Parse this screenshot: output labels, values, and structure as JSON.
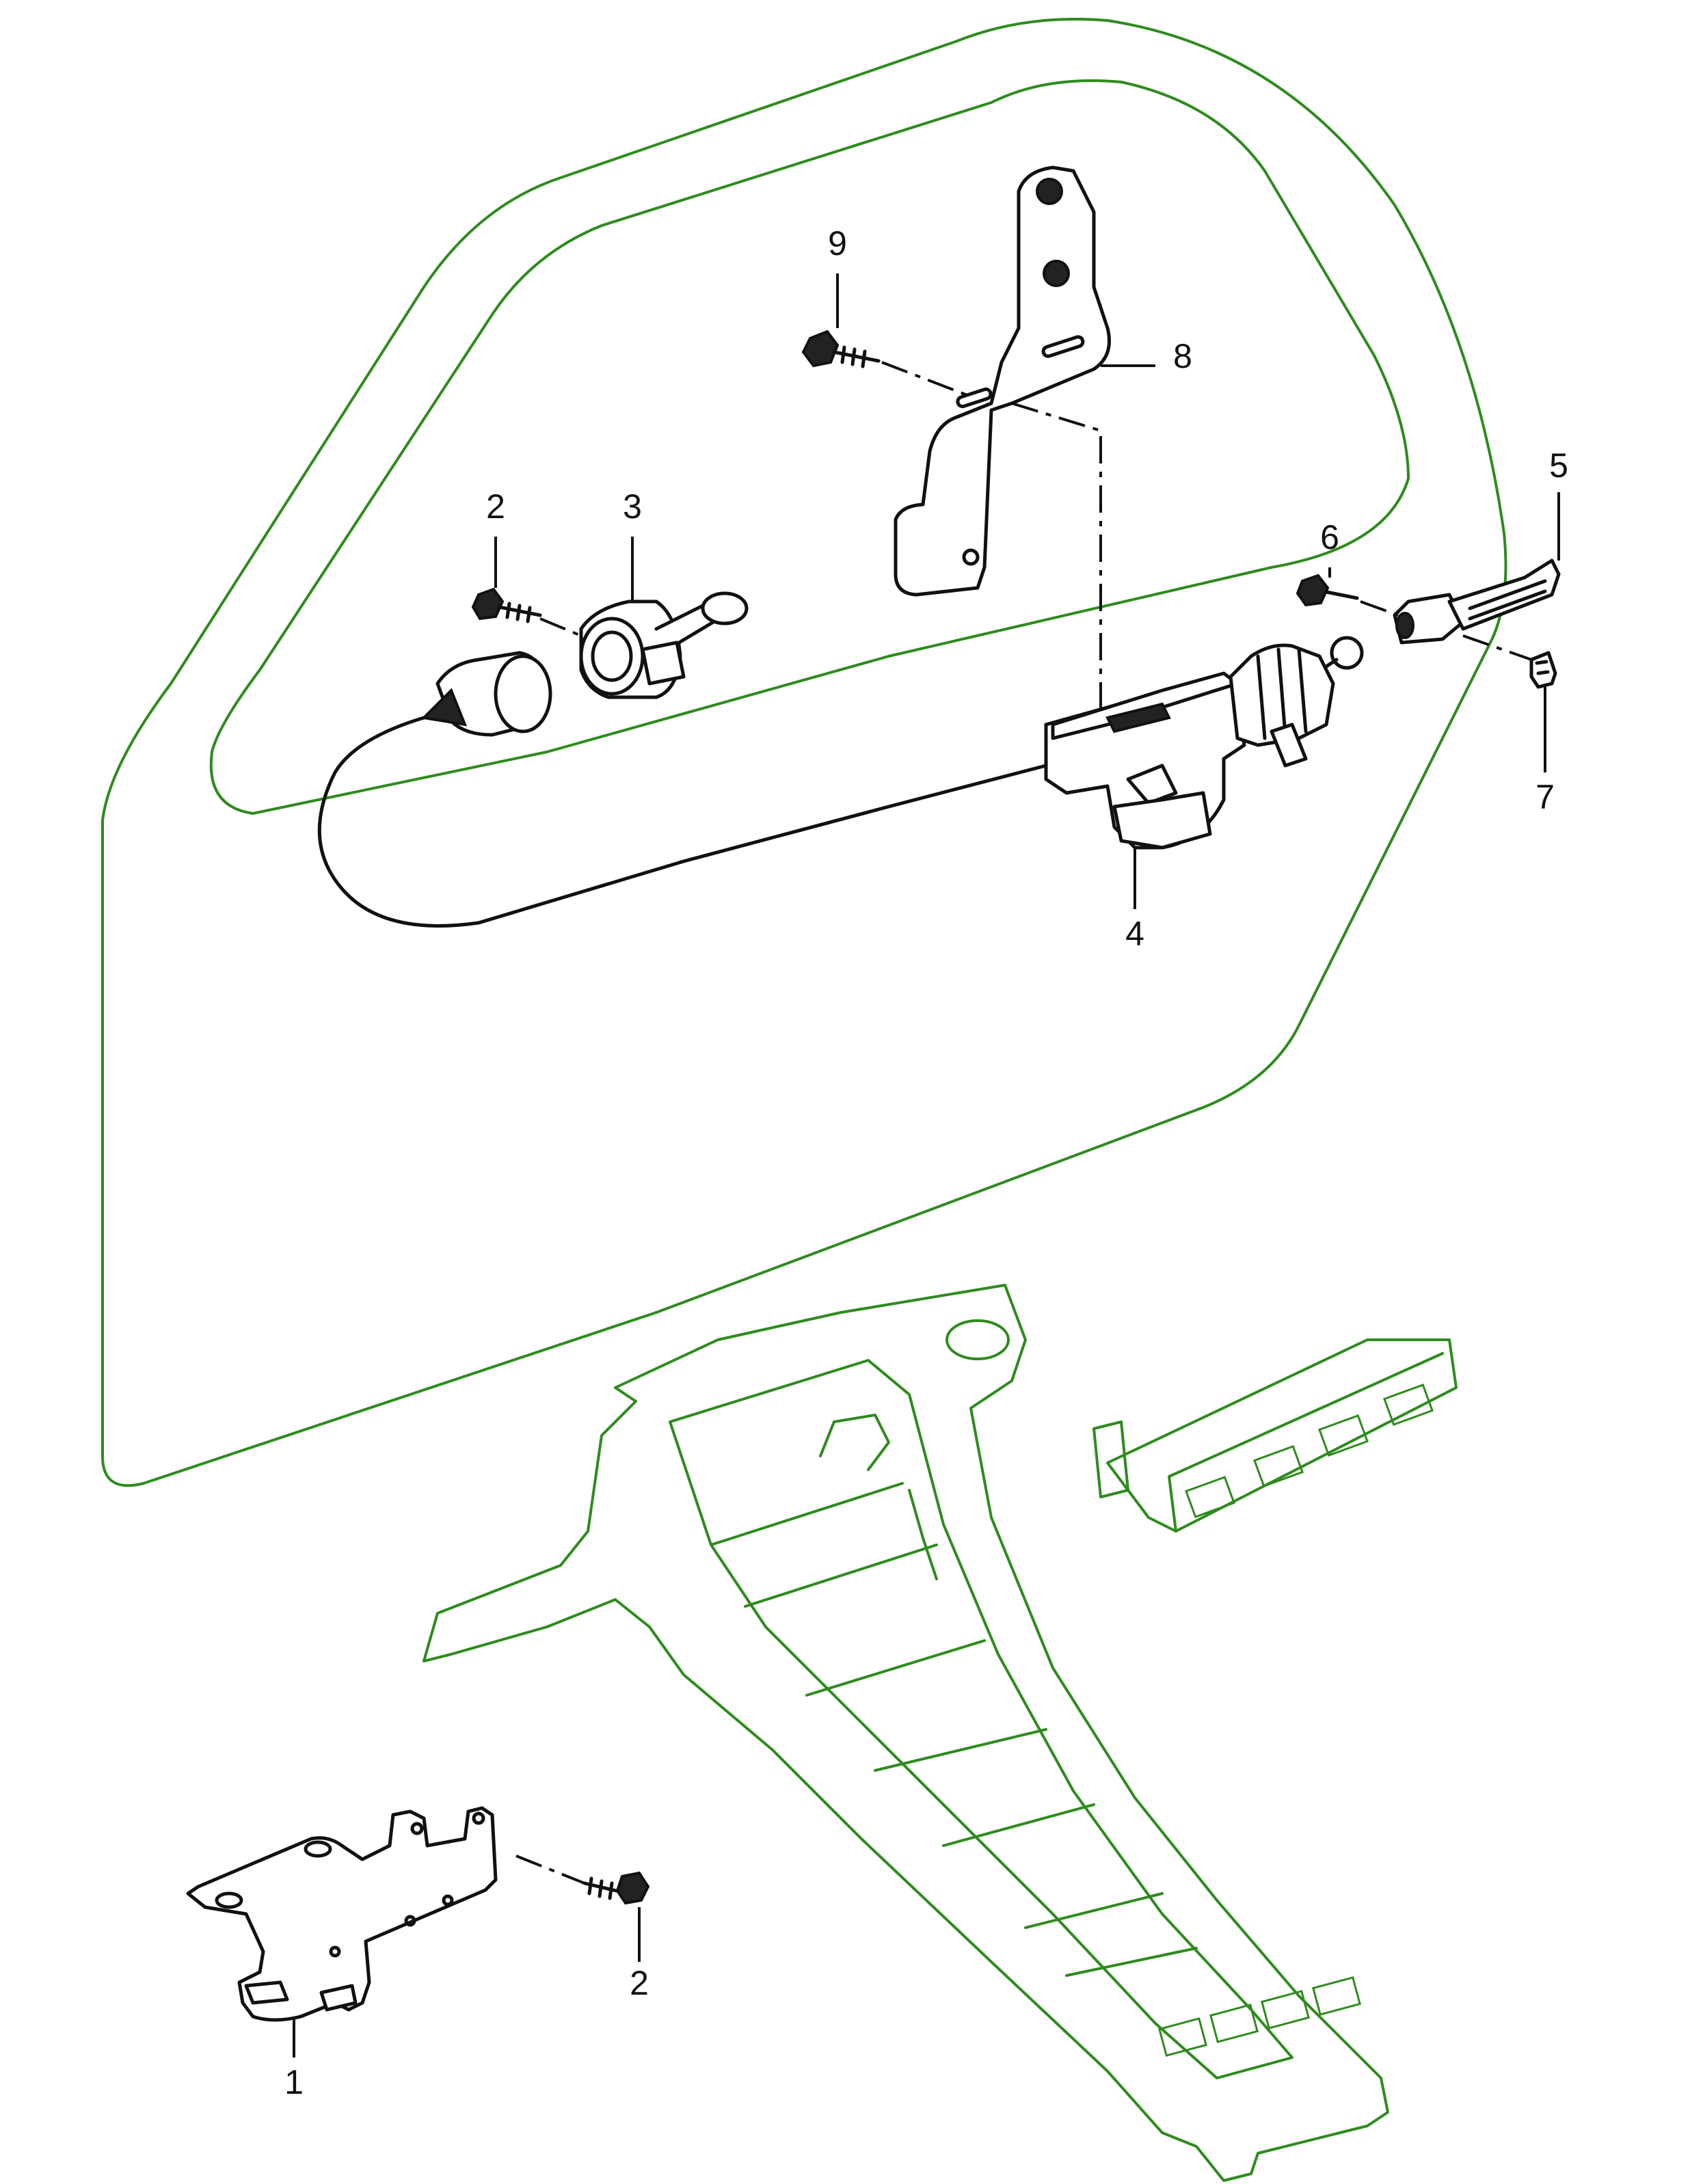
{
  "diagram": {
    "type": "exploded-parts-diagram",
    "colors": {
      "context_outline": "#2e8b1e",
      "parts": "#111111",
      "background": "#ffffff"
    },
    "callouts": [
      {
        "id": "c1",
        "label": "1"
      },
      {
        "id": "c2a",
        "label": "2"
      },
      {
        "id": "c2b",
        "label": "2"
      },
      {
        "id": "c3",
        "label": "3"
      },
      {
        "id": "c4",
        "label": "4"
      },
      {
        "id": "c5",
        "label": "5"
      },
      {
        "id": "c6",
        "label": "6"
      },
      {
        "id": "c7",
        "label": "7"
      },
      {
        "id": "c8",
        "label": "8"
      },
      {
        "id": "c9",
        "label": "9"
      }
    ]
  }
}
